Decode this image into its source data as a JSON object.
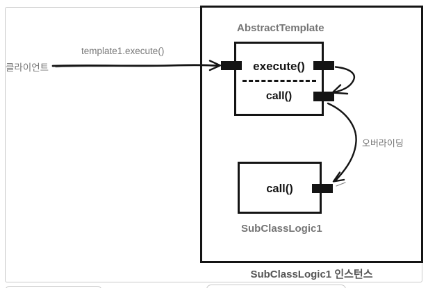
{
  "colors": {
    "ink": "#141414",
    "grayText": "#757575",
    "captionGray": "#555555",
    "frameGray": "#c9c9c9"
  },
  "diagram": {
    "client_label": "클라이언트",
    "client_call_label": "template1.execute()",
    "abstract_template": {
      "title": "AbstractTemplate",
      "template_method": "execute()",
      "hook_method": "call()"
    },
    "subclass": {
      "title": "SubClassLogic1",
      "method": "call()"
    },
    "overriding_label": "오버라이딩",
    "instance_caption": "SubClassLogic1 인스턴스"
  }
}
